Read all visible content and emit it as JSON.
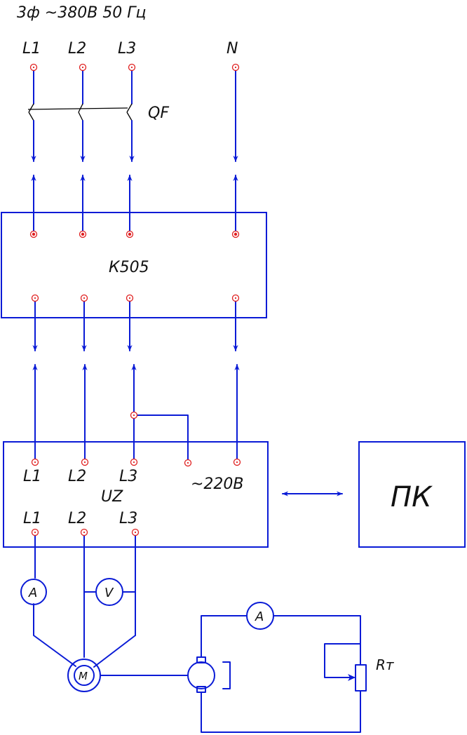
{
  "supply": "3ф  ~380В  50 Гц",
  "phases": [
    "L1",
    "L2",
    "L3"
  ],
  "neutral": "N",
  "breaker": "QF",
  "k505": "К505",
  "uz": {
    "name": "UZ",
    "in_labels": [
      "L1",
      "L2",
      "L3"
    ],
    "aux": "~220В",
    "out_labels": [
      "L1",
      "L2",
      "L3"
    ]
  },
  "pc": "ПК",
  "meters": {
    "ammeter_ac": "A",
    "voltmeter": "V",
    "ammeter_dc": "A",
    "motor": "M"
  },
  "rheostat": "Rт",
  "colors": {
    "wire": "#0a1bd6",
    "terminal": "#e02020"
  }
}
